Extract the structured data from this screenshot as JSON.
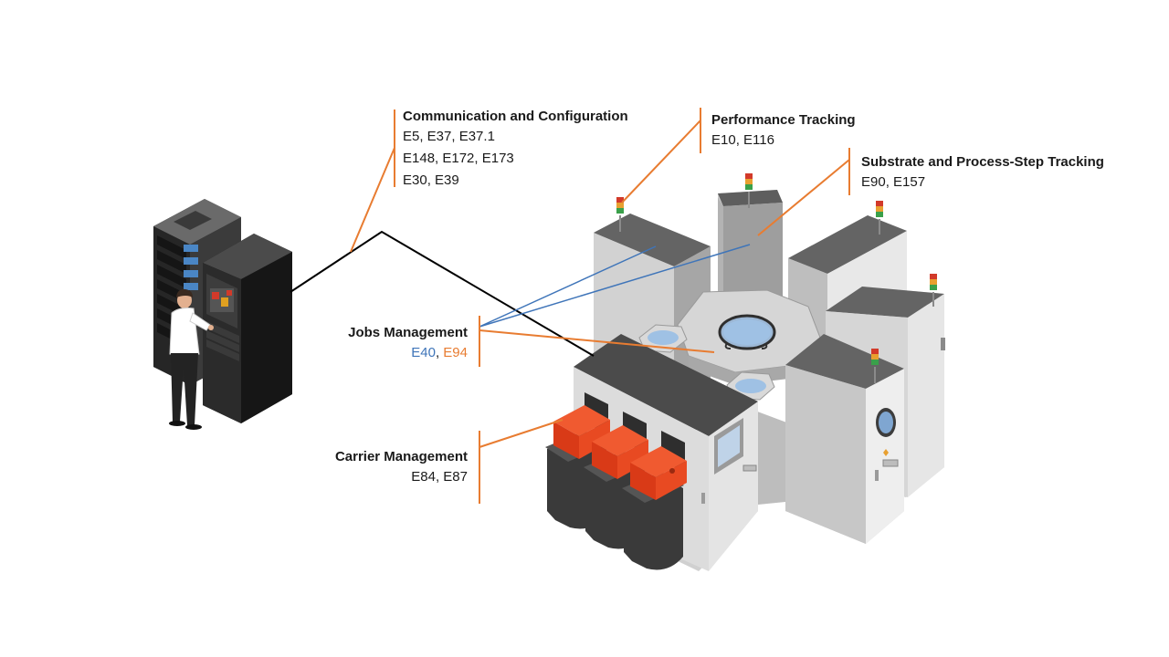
{
  "labels": {
    "communication": {
      "title": "Communication and Configuration",
      "lines": [
        "E5, E37, E37.1",
        "E148, E172, E173",
        "E30, E39"
      ]
    },
    "performance": {
      "title": "Performance Tracking",
      "line": "E10, E116"
    },
    "substrate": {
      "title": "Substrate and Process-Step Tracking",
      "line": "E90, E157"
    },
    "jobs": {
      "title": "Jobs Management",
      "std_blue": "E40",
      "sep": ", ",
      "std_orange": "E94"
    },
    "carrier": {
      "title": "Carrier Management",
      "line": "E84, E87"
    }
  },
  "colors": {
    "orange": "#e87c31",
    "blue": "#3f75b9",
    "black": "#000000",
    "carrier_red": "#e0401c"
  },
  "icons": [
    "server-rack-icon",
    "operator-icon",
    "semiconductor-tool-icon",
    "signal-tower-icon",
    "foup-carrier-icon"
  ]
}
